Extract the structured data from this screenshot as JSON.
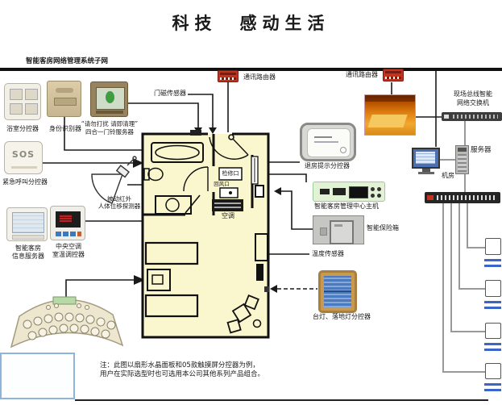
{
  "header": {
    "title": "科技　感动生活",
    "subnet": "智能客房网络管理系统子网"
  },
  "bus": {
    "router_left_label": "通讯路由器",
    "router_right_label": "通讯路由器"
  },
  "left_column": {
    "bathroom_ctrl": "浴室分控器",
    "id_reader": "身份识别器",
    "doorbell_line1": "“请勿打扰 请即清理”",
    "doorbell_line2": "四合一门铃服务器",
    "sos_text": "SOS",
    "sos_label": "紧急呼叫分控器",
    "info_server_line1": "智能客房",
    "info_server_line2": "信息服务器",
    "hvac_line1": "中央空调",
    "hvac_line2": "室温调控器"
  },
  "floorplan": {
    "door_sensor": "门磁传感器",
    "pir_line1": "被动红外",
    "pir_line2": "人体位移探测器",
    "access_port": "检修口",
    "return_air": "回风口",
    "ac": "空调"
  },
  "right_column": {
    "checkout": "退房提示分控器",
    "host": "智能客房管理中心主机",
    "safe": "智能保险箱",
    "temp_sensor": "温度传感器",
    "lamp": "台灯、落地灯分控器",
    "switch_line1": "现场总线智能",
    "switch_line2": "网络交换机",
    "server": "服务器",
    "machine_room": "机房"
  },
  "note": {
    "line1": "注：此图以扇形水晶面板和05款触摸屏分控器为例，",
    "line2": "用户在实际选型时也可选用本公司其他系列产品组合。"
  },
  "colors": {
    "bus": "#111111",
    "line": "#1a1a1a",
    "gray_line": "#999999",
    "room_fill": "#FAF6CE",
    "router_red": "#C23320",
    "photo_orange": "#E08010",
    "screen_blue": "#4A6FB5",
    "board_green": "#E2F2D4"
  }
}
